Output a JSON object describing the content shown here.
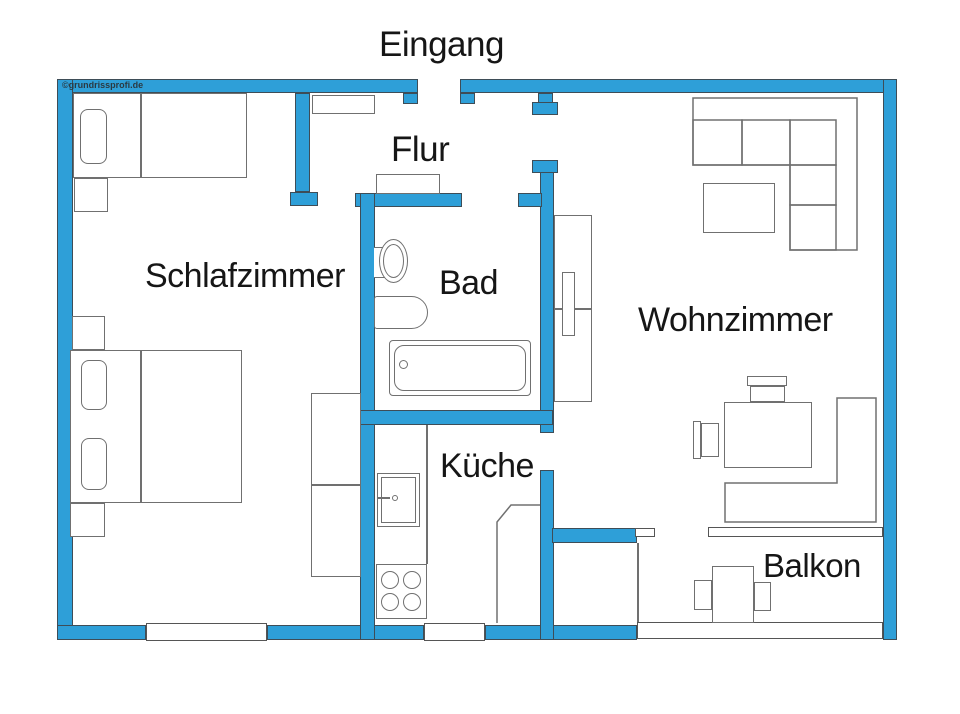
{
  "watermark": "©grundrissprofi.de",
  "colors": {
    "wall": "#2E9FD8",
    "outline": "#707070",
    "text": "#161616"
  },
  "rooms": {
    "eingang": "Eingang",
    "flur": "Flur",
    "schlafzimmer": "Schlafzimmer",
    "bad": "Bad",
    "wohnzimmer": "Wohnzimmer",
    "kueche": "Küche",
    "balkon": "Balkon"
  }
}
